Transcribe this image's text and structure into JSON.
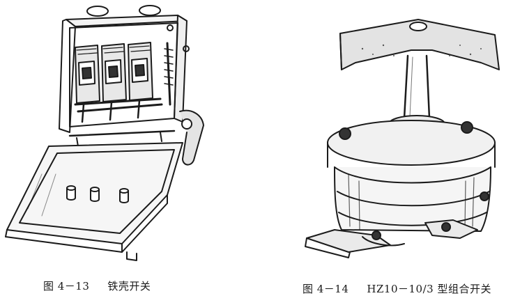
{
  "figures": [
    {
      "label": "图 4－13",
      "title": "铁壳开关"
    },
    {
      "label": "图 4－14",
      "title": "HZ10－10/3 型组合开关"
    }
  ]
}
